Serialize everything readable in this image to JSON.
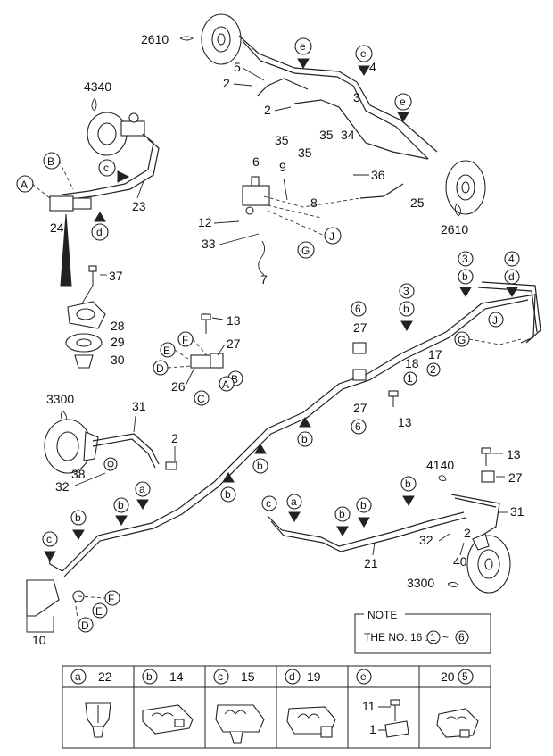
{
  "callouts": {
    "n2610a": "2610",
    "n2610b": "2610",
    "n4340": "4340",
    "n3300a": "3300",
    "n3300b": "3300",
    "n4140": "4140",
    "n2a": "2",
    "n2b": "2",
    "n2c": "2",
    "n2d": "2",
    "n3": "3",
    "n4": "4",
    "n5": "5",
    "n6": "6",
    "n7": "7",
    "n8": "8",
    "n9": "9",
    "n10": "10",
    "n12": "12",
    "n13a": "13",
    "n13b": "13",
    "n13c": "13",
    "n17": "17",
    "n18": "18",
    "n21": "21",
    "n23": "23",
    "n24": "24",
    "n25": "25",
    "n26": "26",
    "n27a": "27",
    "n27b": "27",
    "n27c": "27",
    "n27d": "27",
    "n28": "28",
    "n29": "29",
    "n30": "30",
    "n31a": "31",
    "n31b": "31",
    "n32a": "32",
    "n32b": "32",
    "n33": "33",
    "n34": "34",
    "n35a": "35",
    "n35b": "35",
    "n35c": "35",
    "n36": "36",
    "n37": "37",
    "n38": "38",
    "n40": "40"
  },
  "letters": {
    "A": "A",
    "B": "B",
    "C": "C",
    "D": "D",
    "E": "E",
    "F": "F",
    "G": "G",
    "J": "J",
    "a": "a",
    "b": "b",
    "c": "c",
    "d": "d",
    "e": "e"
  },
  "circled_numbers": [
    "1",
    "2",
    "3",
    "4",
    "5",
    "6"
  ],
  "note": {
    "title": "NOTE",
    "text": "THE NO. 16 :",
    "range_start": "1",
    "range_sep": "~",
    "range_end": "6"
  },
  "legend_table": [
    {
      "key": "a",
      "part": "22"
    },
    {
      "key": "b",
      "part": "14"
    },
    {
      "key": "c",
      "part": "15"
    },
    {
      "key": "d",
      "part": "19"
    },
    {
      "key": "e",
      "part": "",
      "sub_parts": [
        "11",
        "1"
      ]
    },
    {
      "key": "5",
      "part": "20"
    }
  ]
}
